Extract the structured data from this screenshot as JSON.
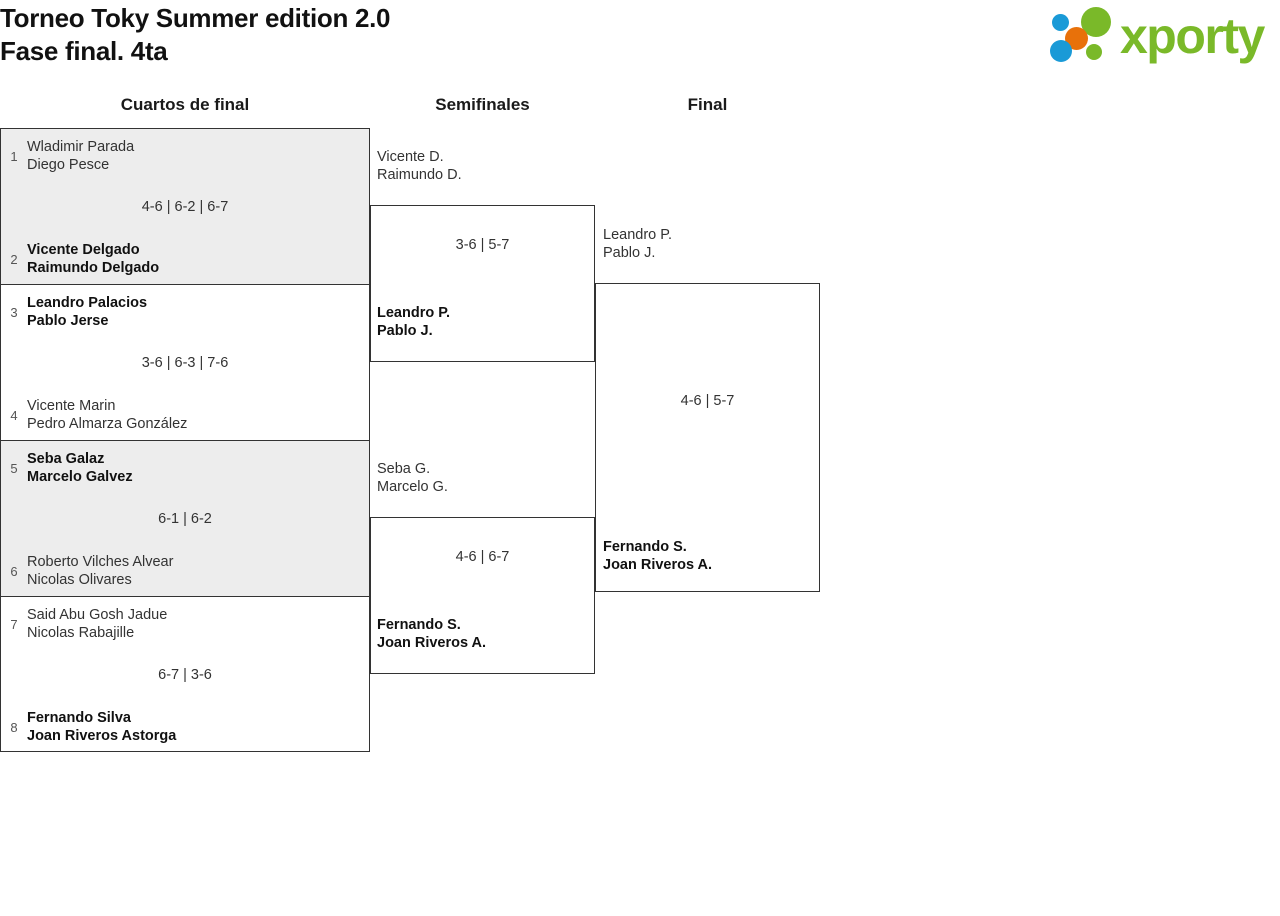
{
  "header": {
    "title": "Torneo Toky Summer edition 2.0\nFase final. 4ta",
    "logo": {
      "wordmark": "xporty",
      "wordmark_color": "#7ab929",
      "dot_colors": [
        "#1a9ad7",
        "#7ab929",
        "#e8710a",
        "#7ab929",
        "#1a9ad7",
        "#7ab929"
      ]
    }
  },
  "rounds": [
    {
      "label": "Cuartos de final"
    },
    {
      "label": "Semifinales"
    },
    {
      "label": "Final"
    }
  ],
  "bracket": {
    "quarterfinals": [
      {
        "shaded": true,
        "top": {
          "seed": "1",
          "players": "Wladimir Parada\nDiego Pesce",
          "winner": false
        },
        "bottom": {
          "seed": "2",
          "players": "Vicente Delgado\nRaimundo Delgado",
          "winner": true
        },
        "score": "4-6 | 6-2 | 6-7"
      },
      {
        "shaded": false,
        "top": {
          "seed": "3",
          "players": "Leandro Palacios\nPablo Jerse",
          "winner": true
        },
        "bottom": {
          "seed": "4",
          "players": "Vicente Marin\nPedro Almarza González",
          "winner": false
        },
        "score": "3-6 | 6-3 | 7-6"
      },
      {
        "shaded": true,
        "top": {
          "seed": "5",
          "players": "Seba Galaz\nMarcelo Galvez",
          "winner": true
        },
        "bottom": {
          "seed": "6",
          "players": "Roberto Vilches Alvear\nNicolas Olivares",
          "winner": false
        },
        "score": "6-1 | 6-2"
      },
      {
        "shaded": false,
        "top": {
          "seed": "7",
          "players": "Said Abu Gosh Jadue\nNicolas Rabajille",
          "winner": false
        },
        "bottom": {
          "seed": "8",
          "players": "Fernando Silva\nJoan Riveros Astorga",
          "winner": true
        },
        "score": "6-7 | 3-6"
      }
    ],
    "semifinals": [
      {
        "top": {
          "players": "Vicente D.\nRaimundo D.",
          "winner": false
        },
        "bottom": {
          "players": "Leandro P.\nPablo J.",
          "winner": true
        },
        "score": "3-6 | 5-7"
      },
      {
        "top": {
          "players": "Seba G.\nMarcelo G.",
          "winner": false
        },
        "bottom": {
          "players": "Fernando S.\nJoan Riveros A.",
          "winner": true
        },
        "score": "4-6 | 6-7"
      }
    ],
    "final": {
      "top": {
        "players": "Leandro P.\nPablo J.",
        "winner": false
      },
      "bottom": {
        "players": "Fernando S.\nJoan Riveros A.",
        "winner": true
      },
      "score": "4-6 | 5-7"
    }
  }
}
